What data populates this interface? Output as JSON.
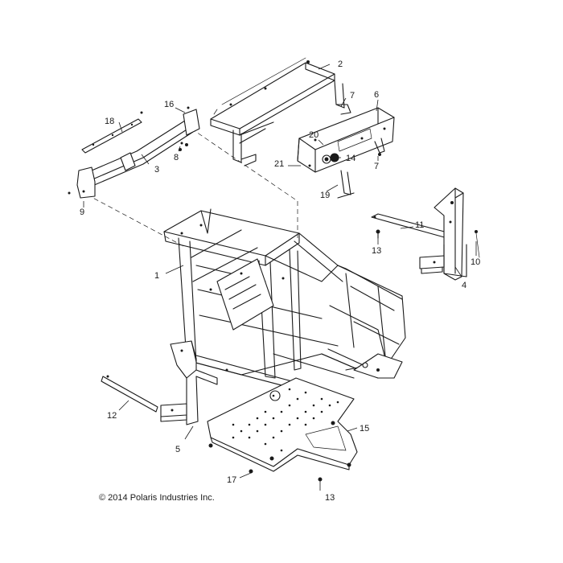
{
  "callouts": {
    "c1": "1",
    "c2": "2",
    "c3": "3",
    "c4": "4",
    "c5": "5",
    "c6": "6",
    "c7a": "7",
    "c7b": "7",
    "c8": "8",
    "c9": "9",
    "c10": "10",
    "c11": "11",
    "c12": "12",
    "c13a": "13",
    "c13b": "13",
    "c14": "14",
    "c15": "15",
    "c16": "16",
    "c17": "17",
    "c18": "18",
    "c19": "19",
    "c20": "20",
    "c21": "21"
  },
  "copyright": "© 2014 Polaris Industries Inc."
}
